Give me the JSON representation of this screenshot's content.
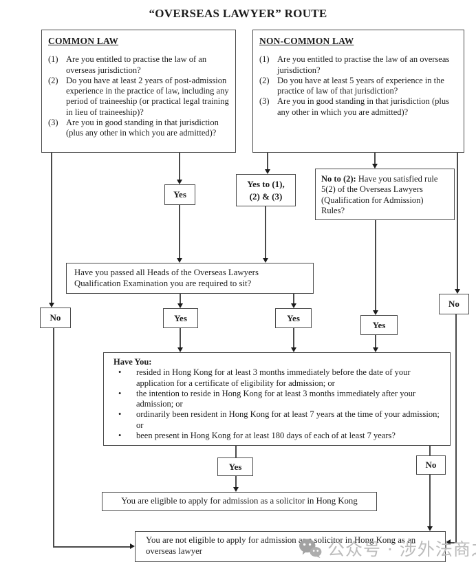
{
  "title": "“OVERSEAS LAWYER” ROUTE",
  "common_law": {
    "heading": "COMMON LAW",
    "items": [
      {
        "num": "(1)",
        "text": "Are you entitled to practise the law of an overseas jurisdiction?"
      },
      {
        "num": "(2)",
        "text": "Do you have at least 2 years of post-admission experience in the practice of law, including any period of traineeship (or practical legal training in lieu of traineeship)?"
      },
      {
        "num": "(3)",
        "text": "Are you in good standing in that jurisdiction (plus any other in which you are admitted)?"
      }
    ]
  },
  "non_common_law": {
    "heading": "NON-COMMON LAW",
    "items": [
      {
        "num": "(1)",
        "text": "Are you entitled to practise the law of an overseas jurisdiction?"
      },
      {
        "num": "(2)",
        "text": "Do you have at least 5 years of experience in the practice of law of that jurisdiction?"
      },
      {
        "num": "(3)",
        "text": "Are you in good standing in that jurisdiction (plus any other in which you are admitted)?"
      }
    ]
  },
  "labels": {
    "yes": "Yes",
    "no": "No",
    "yes_to_line1": "Yes to (1),",
    "yes_to_line2": "(2) & (3)"
  },
  "no_to_2": {
    "bold": "No to (2):",
    "rest": " Have you satisfied rule 5(2) of the Overseas Lawyers (Qualification for Admission) Rules?"
  },
  "exam_question": "Have you passed all Heads of the Overseas Lawyers Qualification Examination you are required to sit?",
  "have_you": {
    "heading": "Have You:",
    "bullet_glyph": "•",
    "bullets": [
      "resided in Hong Kong for at least 3 months immediately before the date of your application for a certificate of eligibility for admission; or",
      "the intention to reside in Hong Kong for at least 3 months immediately after your admission; or",
      "ordinarily been resident in Hong Kong for at least 7 years at the time of your admission; or",
      "been present in Hong Kong for at least 180 days of each of at least 7 years?"
    ]
  },
  "outcomes": {
    "eligible": "You are eligible to apply for admission as a solicitor in Hong Kong",
    "not_eligible": "You are not eligible to apply for admission as a solicitor in Hong Kong as an overseas lawyer"
  },
  "watermark": {
    "text": "公众号 · 涉外法商之家",
    "color": "#bcbcbc"
  },
  "colors": {
    "line": "#4a4a4a",
    "text": "#1c1c1c",
    "background": "#ffffff"
  }
}
